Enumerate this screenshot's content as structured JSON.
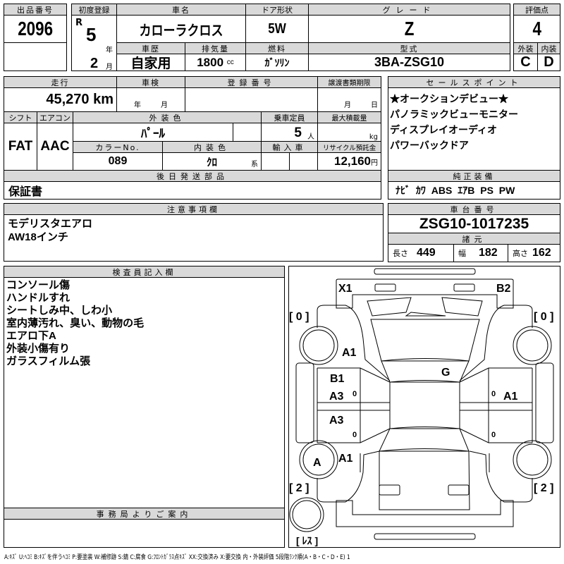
{
  "lot": {
    "label": "出品番号",
    "value": "2096"
  },
  "first_reg": {
    "label": "初度登録",
    "era": "R",
    "year": "5",
    "year_unit": "年",
    "month": "2",
    "month_unit": "月"
  },
  "car_name": {
    "label": "車名",
    "value": "カローラクロス"
  },
  "door": {
    "label": "ドア形状",
    "value": "5W"
  },
  "grade": {
    "label": "グレード",
    "value": "Z"
  },
  "score": {
    "label": "評価点",
    "value": "4",
    "ext_label": "外装",
    "int_label": "内装",
    "ext": "C",
    "int": "D"
  },
  "history": {
    "label": "車歴",
    "value": "自家用"
  },
  "displacement": {
    "label": "排気量",
    "value": "1800",
    "unit": "cc"
  },
  "fuel": {
    "label": "燃料",
    "value": "ｶﾞｿﾘﾝ"
  },
  "model": {
    "label": "型式",
    "value": "3BA-ZSG10"
  },
  "mileage": {
    "label": "走行",
    "value": "45,270 km"
  },
  "inspection": {
    "label": "車検",
    "year_unit": "年",
    "month_unit": "月"
  },
  "reg_no": {
    "label": "登録番号"
  },
  "doc_deadline": {
    "label": "譲渡書類期限",
    "month_unit": "月",
    "day_unit": "日"
  },
  "shift": {
    "label": "シフト",
    "value": "FAT"
  },
  "aircon": {
    "label": "エアコン",
    "value": "AAC"
  },
  "ext_color": {
    "label": "外装色",
    "value": "ﾊﾟｰﾙ"
  },
  "capacity": {
    "label": "乗車定員",
    "value": "5",
    "unit": "人"
  },
  "max_load": {
    "label": "最大積載量",
    "unit": "kg"
  },
  "color_no": {
    "label": "カラーNo.",
    "value": "089"
  },
  "int_color": {
    "label": "内装色",
    "value": "ｸﾛ",
    "unit": "系"
  },
  "import": {
    "label": "輸入車"
  },
  "recycle": {
    "label": "リサイクル預託金",
    "value": "12,160",
    "unit": "円"
  },
  "later_parts": {
    "label": "後日発送部品",
    "value": "保証書"
  },
  "sales_points": {
    "label": "セールスポイント",
    "items": [
      "★オークションデビュー★",
      "パノラミックビューモニター",
      "ディスプレイオーディオ",
      "パワーバックドア"
    ]
  },
  "equipment": {
    "label": "純正装備",
    "value": "ﾅﾋﾞ ｶﾜ ABS ｴｱB PS PW"
  },
  "notes": {
    "label": "注意事項欄",
    "items": [
      "モデリスタエアロ",
      "AW18インチ"
    ]
  },
  "chassis": {
    "label": "車台番号",
    "value": "ZSG10-1017235"
  },
  "specs": {
    "label": "諸元",
    "length_label": "長さ",
    "length": "449",
    "width_label": "幅",
    "width": "182",
    "height_label": "高さ",
    "height": "162"
  },
  "inspector": {
    "label": "検査員記入欄",
    "items": [
      "コンソール傷",
      "ハンドルすれ",
      "シートしみ中、しわ小",
      "室内薄汚れ、臭い、動物の毛",
      "エアロ下A",
      "外装小傷有り",
      "ガラスフィルム張"
    ]
  },
  "office": {
    "label": "事務局よりご案内"
  },
  "diagram": {
    "front_left": "X1",
    "front_right": "B2",
    "tread_fl": "[ 0 ]",
    "tread_fr": "[ 0 ]",
    "tread_rl": "[ 2 ]",
    "tread_rr": "[ 2 ]",
    "spare": "[ ﾚｽ ]",
    "fender_fl": "A1",
    "glass": "G",
    "door_fl_1": "B1",
    "door_fl_2": "A3",
    "door_rl": "A3",
    "door_fr": "A1",
    "fender_rl": "A1",
    "wheel_rl": "A",
    "zero": "0"
  },
  "legend": "A:ｷｽﾞ U:ﾍｺﾐ B:ｷｽﾞを伴うﾍｺﾐ P:要塗装 W:補修跡 S:錆 C:腐食 G:ﾌﾛﾝﾄｶﾞﾗｽ点ｷｽﾞ XX:交換済み X:要交換 内・外装評価 5段階ﾗﾝｸ順(A・B・C・D・E) 1"
}
